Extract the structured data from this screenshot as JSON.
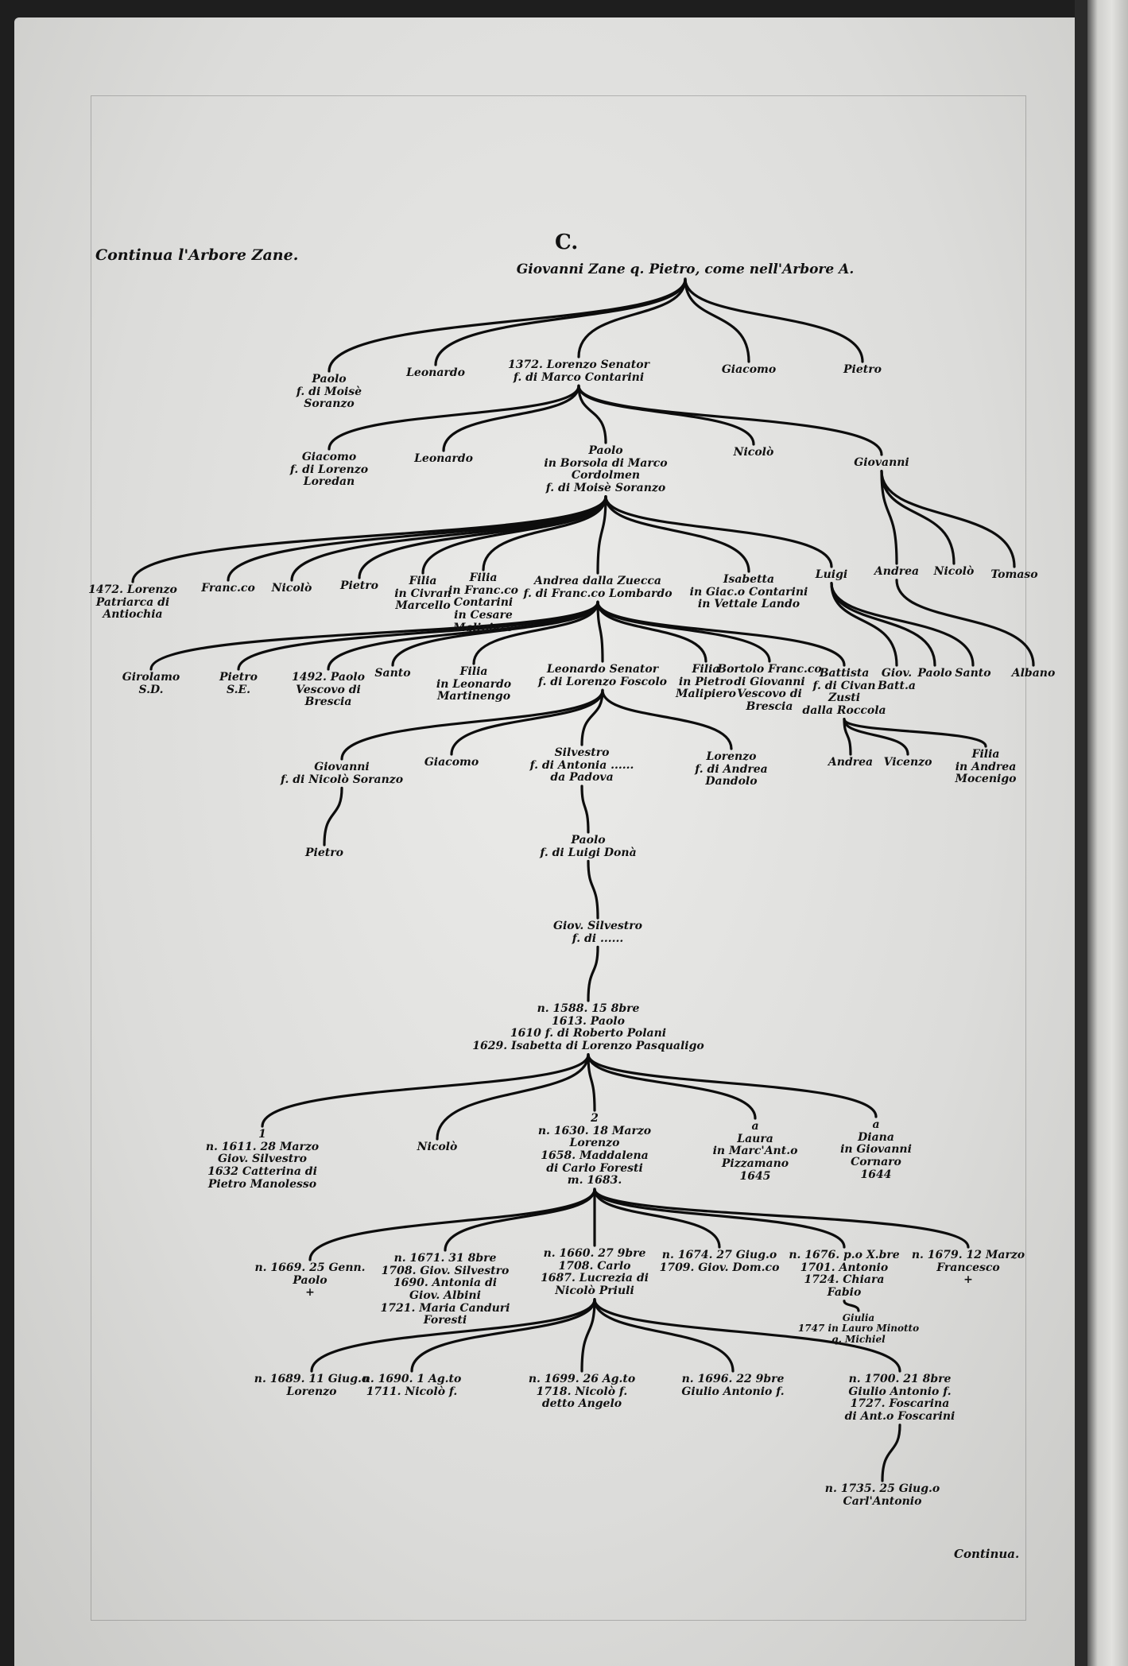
{
  "page": {
    "title": "Continua l'Arbore Zane.",
    "letter": "C.",
    "footer": "Continua."
  },
  "nodes": {
    "root": "Giovanni Zane q. Pietro, come nell'Arbore A.",
    "a1": "Paolo\nf. di Moisè\nSoranzo",
    "a2": "Leonardo",
    "a3": "1372. Lorenzo Senator\nf. di Marco Contarini",
    "a4": "Giacomo",
    "a5": "Pietro",
    "b1": "Giacomo\nf. di Lorenzo\nLoredan",
    "b2": "Leonardo",
    "b3": "Paolo\nin Borsola di Marco\nCordolmen\nf. di Moisè Soranzo",
    "b4": "Nicolò",
    "b5": "Giovanni",
    "c1": "1472. Lorenzo\nPatriarca di\nAntiochia",
    "c2": "Franc.co",
    "c3": "Nicolò",
    "c4": "Pietro",
    "c5": "Filia\nin Civran\nMarcello",
    "c6": "Filia\nin Franc.co\nContarini\nin Cesare\nMalipiero",
    "c7": "Andrea dalla Zuecca\nf. di Franc.co Lombardo",
    "c8": "Isabetta\nin Giac.o Contarini\nin Vettale Lando",
    "c9": "Luigi",
    "c10": "Andrea",
    "c11": "Nicolò",
    "c12": "Tomaso",
    "d1": "Girolamo\nS.D.",
    "d2": "Pietro\nS.E.",
    "d3": "1492. Paolo\nVescovo di\nBrescia",
    "d4": "Santo",
    "d5": "Filia\nin Leonardo\nMartinengo",
    "d6": "Leonardo Senator\nf. di Lorenzo Foscolo",
    "d7": "Filia\nin Pietro\nMalipiero",
    "d8": "Bortolo Franc.co\ndi Giovanni\nVescovo di\nBrescia",
    "d9": "Battista\nf. di Civan\nZusti\ndalla Roccola",
    "d10": "Giov.\nBatt.a",
    "d11": "Paolo",
    "d12": "Santo",
    "d13": "Albano",
    "e1": "Giovanni\nf. di Nicolò Soranzo",
    "e2": "Giacomo",
    "e3": "Silvestro\nf. di Antonia ......\nda Padova",
    "e4": "Lorenzo\nf. di Andrea\nDandolo",
    "e5": "Andrea",
    "e6": "Vicenzo",
    "e7": "Filia\nin Andrea\nMocenigo",
    "f1": "Pietro",
    "g1": "Paolo\nf. di Luigi Donà",
    "h1": "Giov. Silvestro\nf. di ......",
    "i1": "n. 1588. 15 8bre\n1613. Paolo\n1610 f. di Roberto Polani\n1629. Isabetta di Lorenzo Pasqualigo",
    "j1": "1\nn. 1611. 28 Marzo\nGiov. Silvestro\n1632 Catterina di\nPietro Manolesso",
    "j2": "Nicolò",
    "j3": "2\nn. 1630. 18 Marzo\nLorenzo\n1658. Maddalena\ndi Carlo Foresti\nm. 1683.",
    "j4": "a\nLaura\nin Marc'Ant.o\nPizzamano\n1645",
    "j5": "a\nDiana\nin Giovanni\nCornaro\n1644",
    "k1": "n. 1669. 25 Genn.\nPaolo\n+",
    "k2": "n. 1671. 31 8bre\n1708. Giov. Silvestro\n1690. Antonia di\nGiov. Albini\n1721. Maria Canduri\nForesti",
    "k3": "n. 1660. 27 9bre\n1708. Carlo\n1687. Lucrezia di\nNicolò Priuli",
    "k4": "n. 1674. 27 Giug.o\n1709. Giov. Dom.co",
    "k5": "n. 1676. p.o X.bre\n1701. Antonio\n1724. Chiara\nFabio",
    "k6": "n. 1679. 12 Marzo\nFrancesco\n+",
    "note": "Giulia\n1747 in Lauro Minotto\nq. Michiel",
    "l1": "n. 1689. 11 Giug.o\nLorenzo",
    "l2": "n. 1690. 1 Ag.to\n1711. Nicolò f.",
    "l3": "n. 1699. 26 Ag.to\n1718. Nicolò f.\ndetto Angelo",
    "l4": "n. 1696. 22 9bre\nGiulio Antonio f.",
    "l5": "n. 1700. 21 8bre\nGiulio Antonio f.\n1727. Foscarina\ndi Ant.o Foscarini",
    "m1": "n. 1735. 25 Giug.o\nCarl'Antonio"
  }
}
